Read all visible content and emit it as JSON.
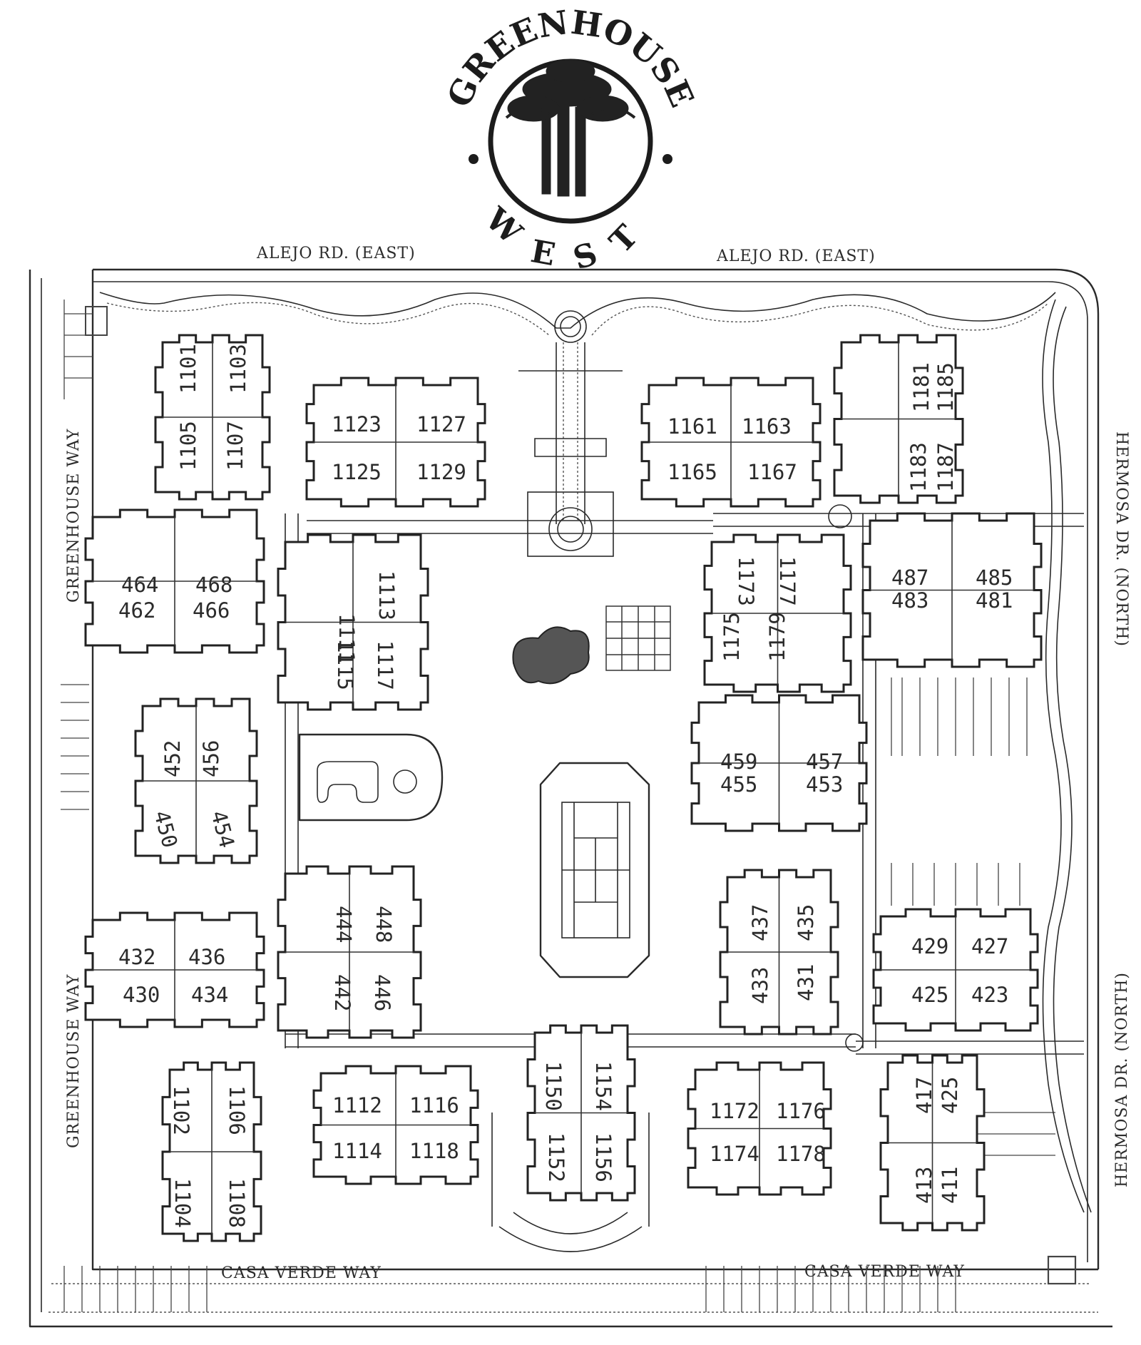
{
  "logo": {
    "arc_top": "GREENHOUSE",
    "arc_bottom": "WEST"
  },
  "roads": {
    "alejo_left": "ALEJO RD. (EAST)",
    "alejo_right": "ALEJO RD. (EAST)",
    "greenhouse_upper": "GREENHOUSE WAY",
    "greenhouse_lower": "GREENHOUSE WAY",
    "hermosa_upper": "HERMOSA DR. (NORTH)",
    "hermosa_lower": "HERMOSA DR. (NORTH)",
    "casa_verde_left": "CASA VERDE WAY",
    "casa_verde_right": "CASA VERDE WAY"
  },
  "units": {
    "b1101": [
      "1101",
      "1103",
      "1105",
      "1107"
    ],
    "b1123": [
      "1123",
      "1127",
      "1125",
      "1129"
    ],
    "b1161": [
      "1161",
      "1163",
      "1165",
      "1167"
    ],
    "b1181": [
      "1181",
      "1185",
      "1183",
      "1187"
    ],
    "b464": [
      "464",
      "468",
      "462",
      "466"
    ],
    "b1111": [
      "1111",
      "1113",
      "1115",
      "1117"
    ],
    "b1173": [
      "1173",
      "1177",
      "1175",
      "1179"
    ],
    "b487": [
      "487",
      "485",
      "483",
      "481"
    ],
    "b452": [
      "452",
      "456",
      "450",
      "454"
    ],
    "b459": [
      "459",
      "457",
      "455",
      "453"
    ],
    "b432": [
      "432",
      "436",
      "430",
      "434"
    ],
    "b444": [
      "444",
      "448",
      "442",
      "446"
    ],
    "b437": [
      "437",
      "435",
      "433",
      "431"
    ],
    "b429": [
      "429",
      "427",
      "425",
      "423"
    ],
    "b1102": [
      "1102",
      "1106",
      "1104",
      "1108"
    ],
    "b1112": [
      "1112",
      "1116",
      "1114",
      "1118"
    ],
    "b1150": [
      "1150",
      "1154",
      "1152",
      "1156"
    ],
    "b1172": [
      "1172",
      "1176",
      "1174",
      "1178"
    ],
    "b417": [
      "417",
      "425",
      "413",
      "411"
    ]
  }
}
